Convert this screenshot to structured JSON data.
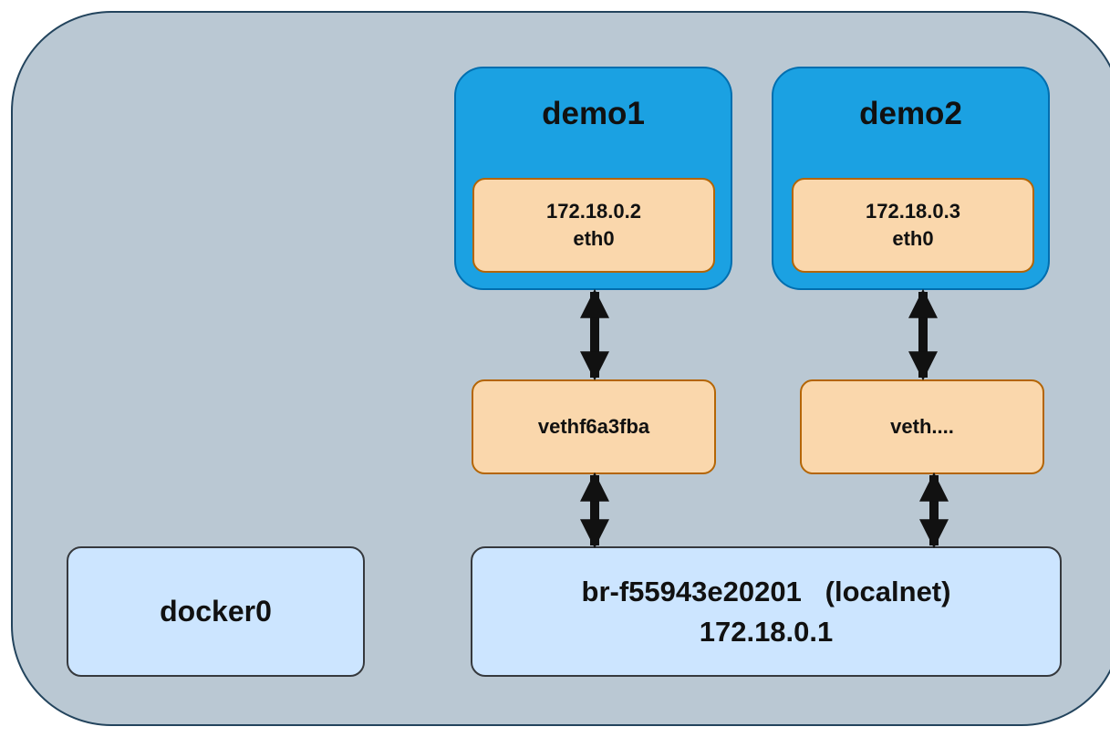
{
  "containers": [
    {
      "title": "demo1",
      "iface": {
        "ip": "172.18.0.2",
        "name": "eth0"
      }
    },
    {
      "title": "demo2",
      "iface": {
        "ip": "172.18.0.3",
        "name": "eth0"
      }
    }
  ],
  "veths": [
    {
      "label": "vethf6a3fba"
    },
    {
      "label": "veth...."
    }
  ],
  "bridges": {
    "docker0": {
      "label": "docker0"
    },
    "localnet": {
      "name": "br-f55943e20201   (localnet)",
      "ip": "172.18.0.1"
    }
  },
  "colors": {
    "host_fill": "#bac8d3",
    "host_stroke": "#23445d",
    "container_fill": "#1ba1e2",
    "iface_fill": "#fad7ac",
    "bridge_fill": "#cce5ff",
    "arrow": "#111111"
  }
}
